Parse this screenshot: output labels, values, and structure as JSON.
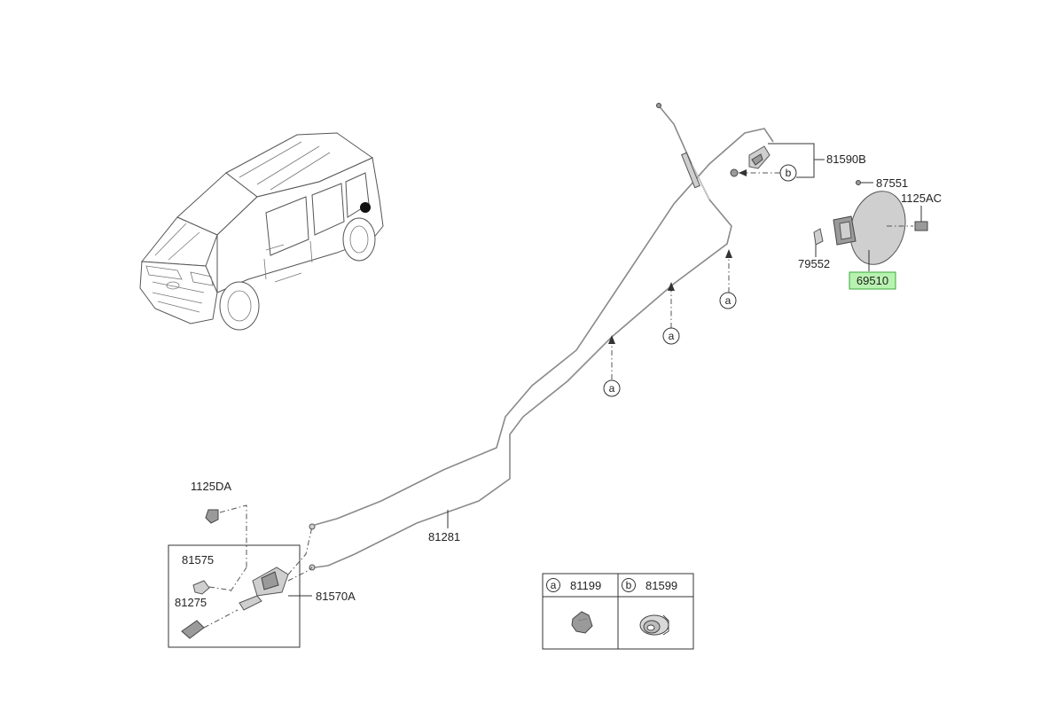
{
  "diagram": {
    "parts": {
      "p81590B": "81590B",
      "p87551": "87551",
      "p1125AC": "1125AC",
      "p79552": "79552",
      "p69510": "69510",
      "p1125DA": "1125DA",
      "p81575": "81575",
      "p81275": "81275",
      "p81570A": "81570A",
      "p81281": "81281"
    },
    "callouts": {
      "a": "a",
      "b": "b"
    },
    "legend": {
      "a_letter": "a",
      "a_part": "81199",
      "b_letter": "b",
      "b_part": "81599"
    },
    "highlight": {
      "part": "69510",
      "color": "#b8f2b0",
      "border": "#3aa93a"
    },
    "colors": {
      "line": "#333333",
      "cable": "#8a8a8a",
      "part_fill": "#cfcfcf"
    }
  }
}
